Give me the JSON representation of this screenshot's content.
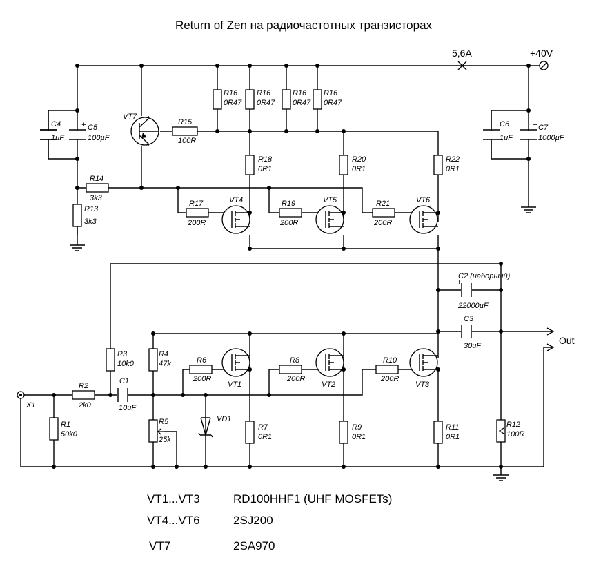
{
  "title": "Return of Zen  на радиочастотных транзисторах",
  "supply": {
    "voltage": "+40V",
    "current": "5,6A"
  },
  "output_label": "Out",
  "input_label": "X1",
  "components": {
    "R16a": {
      "name": "R16",
      "value": "0R47"
    },
    "R16b": {
      "name": "R16",
      "value": "0R47"
    },
    "R16c": {
      "name": "R16",
      "value": "0R47"
    },
    "R16d": {
      "name": "R16",
      "value": "0R47"
    },
    "R15": {
      "name": "R15",
      "value": "100R"
    },
    "VT7": {
      "name": "VT7"
    },
    "C4": {
      "name": "C4",
      "value": "1uF"
    },
    "C5": {
      "name": "C5",
      "value": "100µF"
    },
    "C6": {
      "name": "C6",
      "value": "1uF"
    },
    "C7": {
      "name": "C7",
      "value": "1000µF"
    },
    "R14": {
      "name": "R14",
      "value": "3k3"
    },
    "R13": {
      "name": "R13",
      "value": "3k3"
    },
    "R18": {
      "name": "R18",
      "value": "0R1"
    },
    "R20": {
      "name": "R20",
      "value": "0R1"
    },
    "R22": {
      "name": "R22",
      "value": "0R1"
    },
    "R17": {
      "name": "R17",
      "value": "200R"
    },
    "R19": {
      "name": "R19",
      "value": "200R"
    },
    "R21": {
      "name": "R21",
      "value": "200R"
    },
    "VT4": {
      "name": "VT4"
    },
    "VT5": {
      "name": "VT5"
    },
    "VT6": {
      "name": "VT6"
    },
    "C2": {
      "name": "C2 (наборный)",
      "value": "22000µF"
    },
    "C3": {
      "name": "C3",
      "value": "30uF"
    },
    "R3": {
      "name": "R3",
      "value": "10k0"
    },
    "R4": {
      "name": "R4",
      "value": "47k"
    },
    "R6": {
      "name": "R6",
      "value": "200R"
    },
    "R8": {
      "name": "R8",
      "value": "200R"
    },
    "R10": {
      "name": "R10",
      "value": "200R"
    },
    "VT1": {
      "name": "VT1"
    },
    "VT2": {
      "name": "VT2"
    },
    "VT3": {
      "name": "VT3"
    },
    "R2": {
      "name": "R2",
      "value": "2k0"
    },
    "C1": {
      "name": "C1",
      "value": "10uF"
    },
    "R1": {
      "name": "R1",
      "value": "50k0"
    },
    "R5": {
      "name": "R5",
      "value": "25k"
    },
    "VD1": {
      "name": "VD1"
    },
    "R7": {
      "name": "R7",
      "value": "0R1"
    },
    "R9": {
      "name": "R9",
      "value": "0R1"
    },
    "R11": {
      "name": "R11",
      "value": "0R1"
    },
    "R12": {
      "name": "R12",
      "value": "100R"
    }
  },
  "legend": [
    {
      "parts": "VT1...VT3",
      "type": "RD100HHF1  (UHF MOSFETs)"
    },
    {
      "parts": "VT4...VT6",
      "type": "2SJ200"
    },
    {
      "parts": "VT7",
      "type": "2SA970"
    }
  ]
}
